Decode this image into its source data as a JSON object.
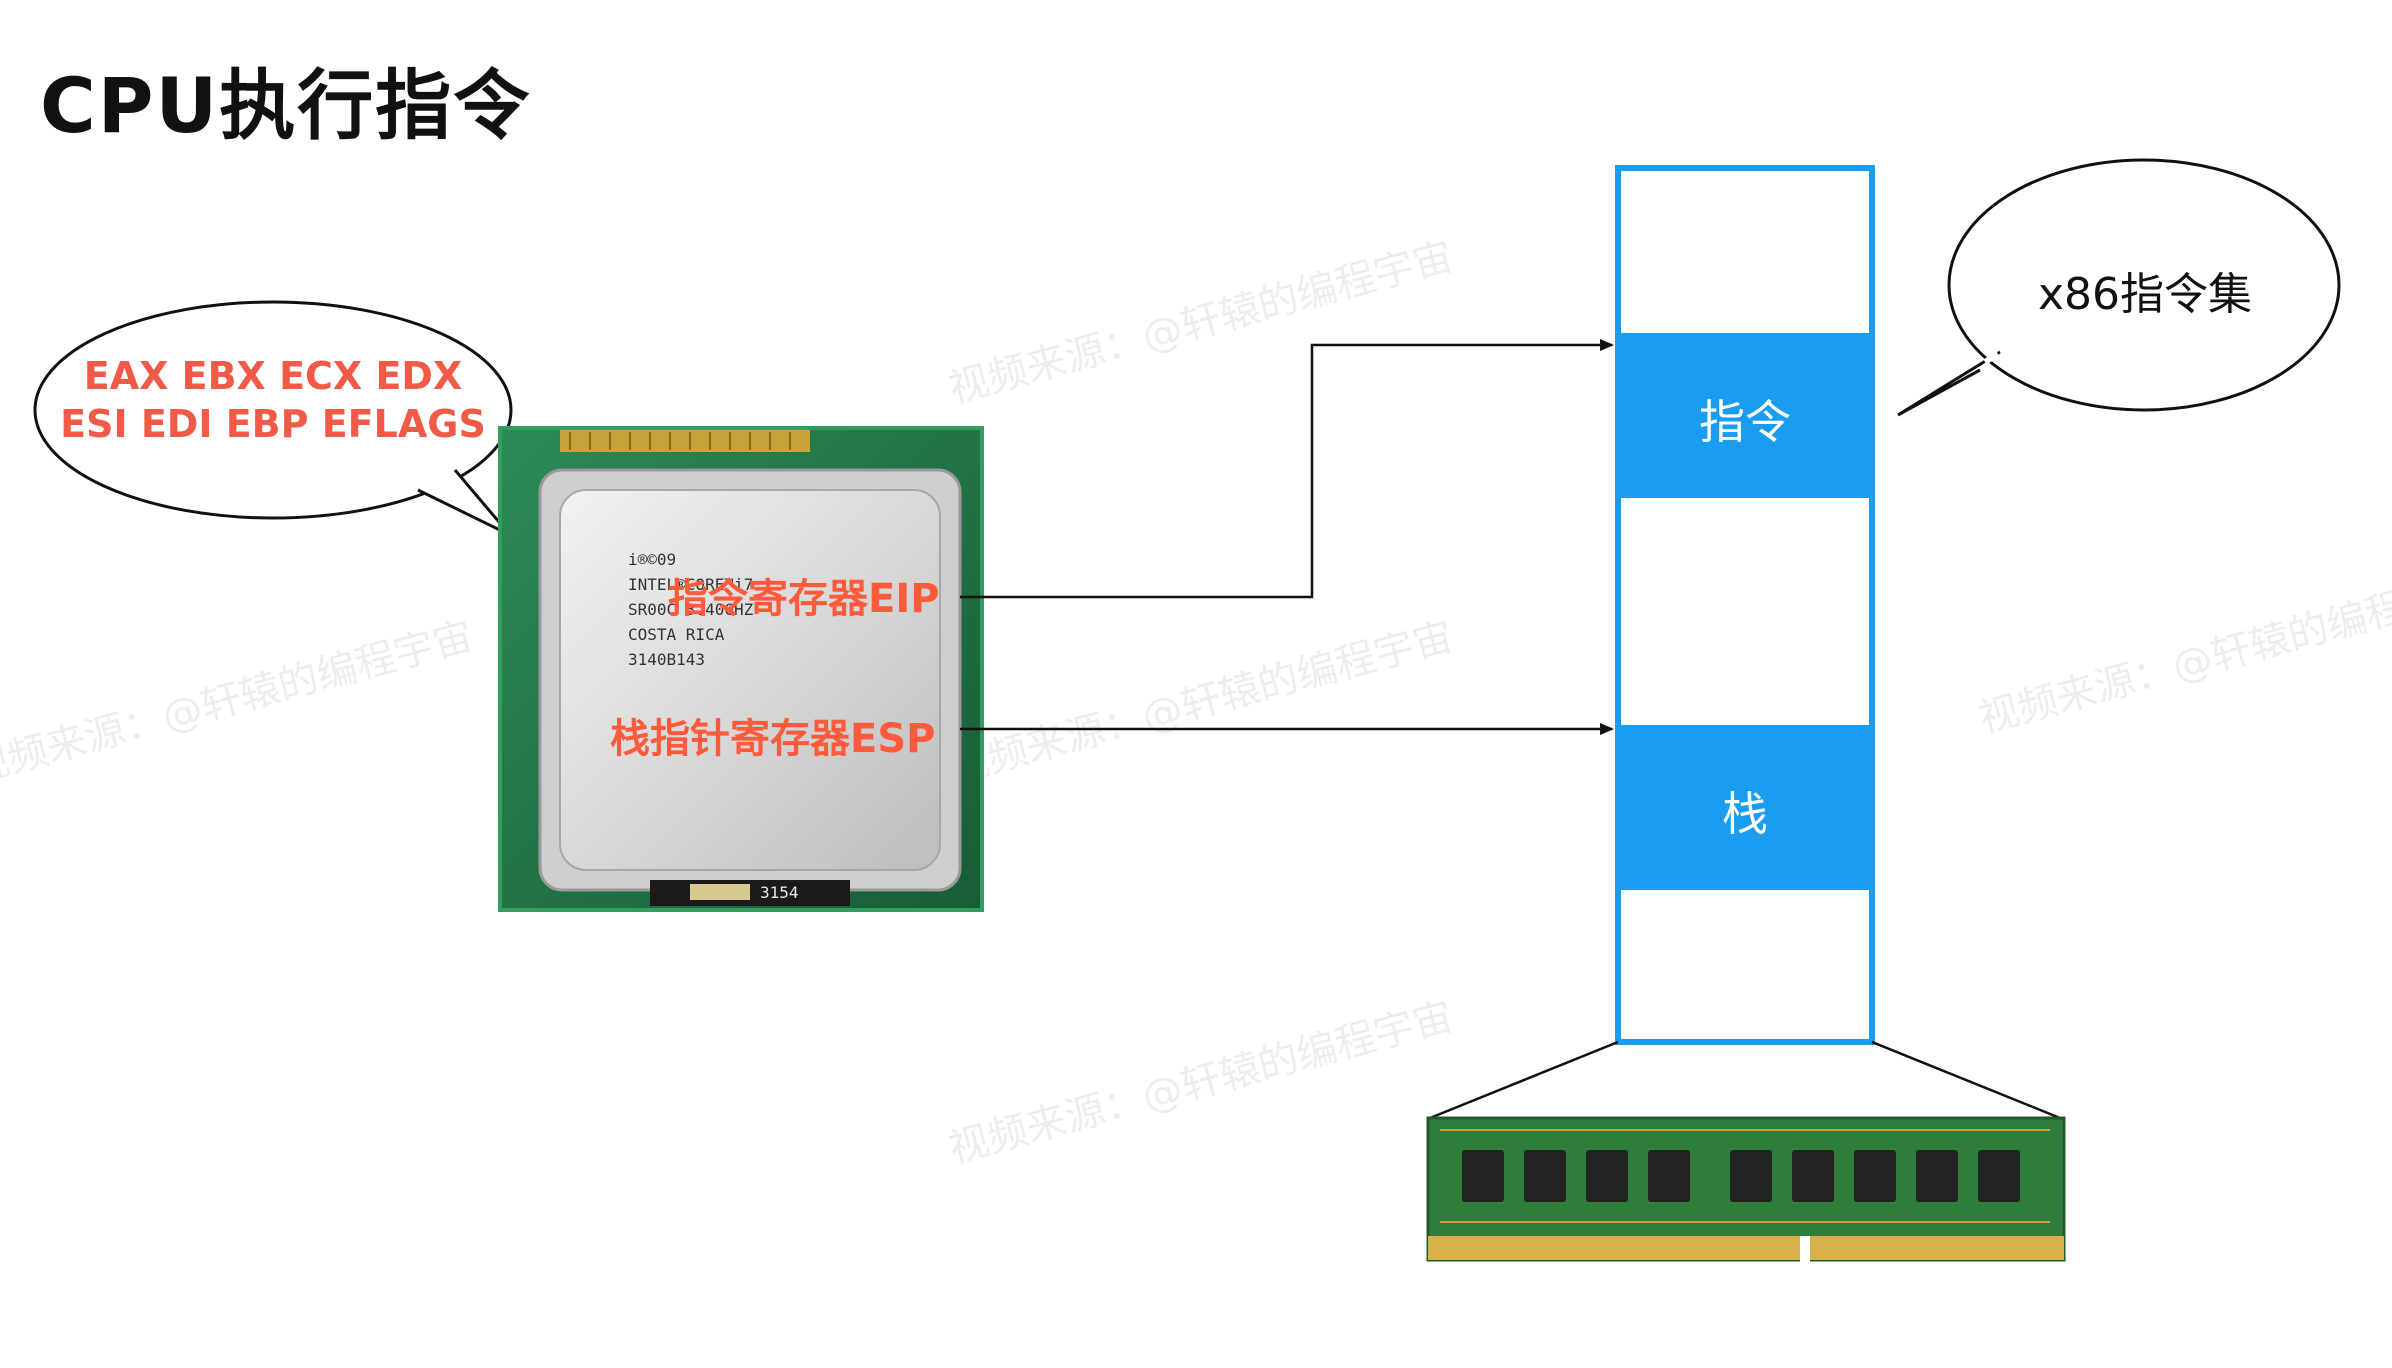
{
  "title": "CPU执行指令",
  "watermark": "视频来源：@轩辕的编程宇宙",
  "registers_bubble": {
    "line1": "EAX EBX ECX EDX",
    "line2": "ESI EDI EBP EFLAGS"
  },
  "instruction_set_bubble": "x86指令集",
  "cpu": {
    "chip_text": [
      "i®©09",
      "INTEL®CORE™i7",
      "SR00C 3.40GHZ",
      "COSTA RICA",
      "3140B143"
    ],
    "bottom_code": "3154",
    "eip_label": "指令寄存器EIP",
    "esp_label": "栈指针寄存器ESP"
  },
  "memory": {
    "instruction_label": "指令",
    "stack_label": "栈"
  },
  "colors": {
    "memory_border": "#1a9cf0",
    "memory_highlight": "#1a9cf0",
    "register_text": "#f05a46",
    "cpu_label": "#ff5a3c",
    "pcb_green": "#1f7a4a"
  }
}
